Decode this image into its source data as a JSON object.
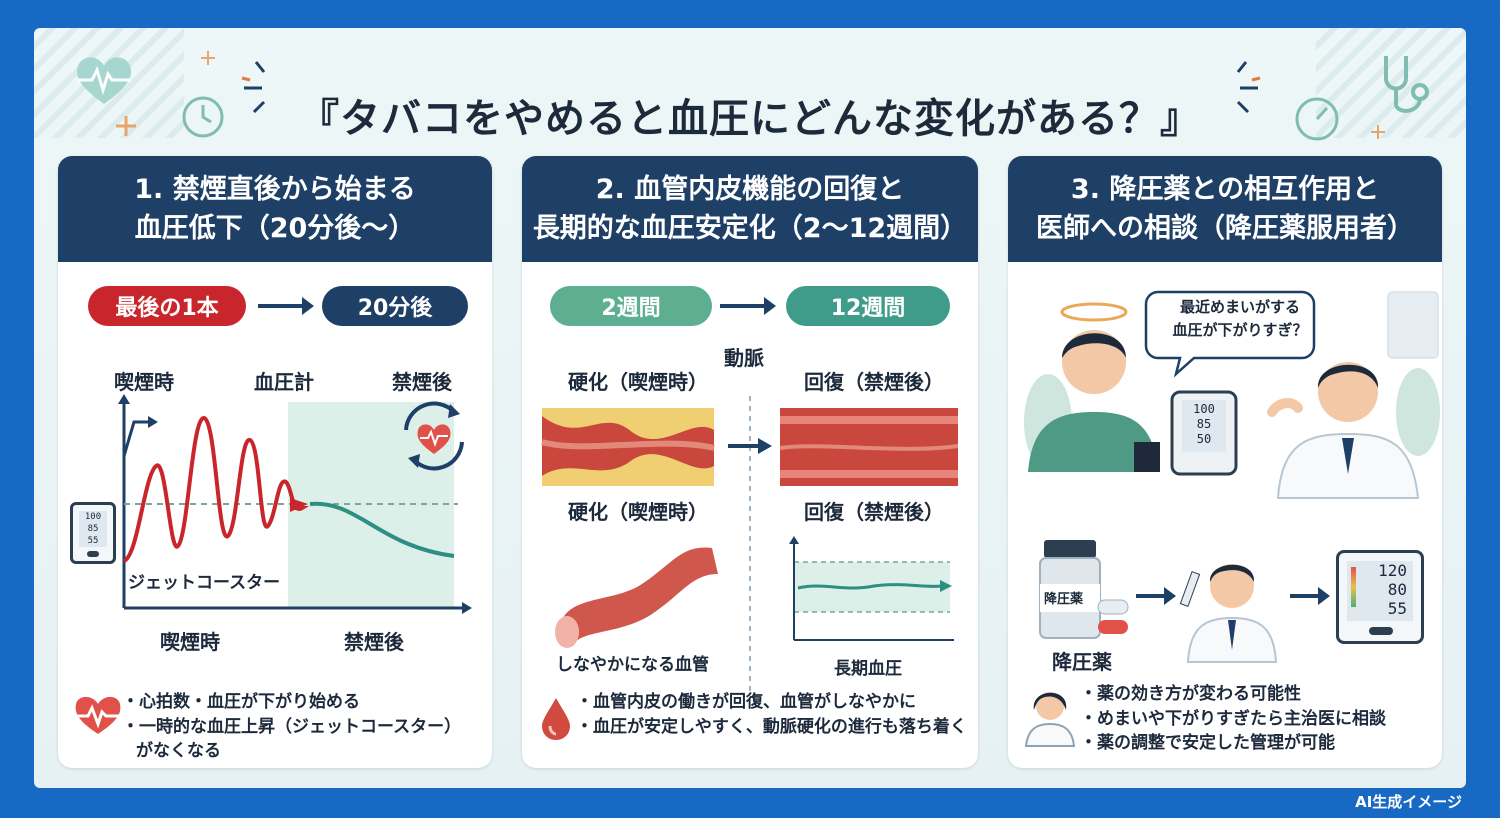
{
  "title": "『タバコをやめると血圧にどんな変化がある？』",
  "panel1": {
    "header_line1": "1. 禁煙直後から始まる",
    "header_line2": "血圧低下（20分後〜）",
    "pill_from": "最後の1本",
    "pill_to": "20分後",
    "label_smoking_top": "喫煙時",
    "label_meter": "血圧計",
    "label_quit_top": "禁煙後",
    "monitor_values": [
      "100",
      "85",
      "55"
    ],
    "rollercoaster": "ジェットコースター",
    "axis_smoking": "喫煙時",
    "axis_quit": "禁煙後",
    "bullets": [
      "・心拍数・血圧が下がり始める",
      "・一時的な血圧上昇（ジェットコースター）",
      "がなくなる"
    ]
  },
  "panel2": {
    "header_line1": "2. 血管内皮機能の回復と",
    "header_line2": "長期的な血圧安定化（2〜12週間）",
    "pill_from": "2週間",
    "pill_to": "12週間",
    "label_artery": "動脈",
    "label_hard_top": "硬化（喫煙時）",
    "label_recover_top": "回復（禁煙後）",
    "label_hard_bottom": "硬化（喫煙時）",
    "label_recover_bottom": "回復（禁煙後）",
    "label_flexible": "しなやかになる血管",
    "label_longterm": "長期血圧",
    "bullets": [
      "・血管内皮の働きが回復、血管がしなやかに",
      "・血圧が安定しやすく、動脈硬化の進行も落ち着く"
    ]
  },
  "panel3": {
    "header_line1": "3. 降圧薬との相互作用と",
    "header_line2": "医師への相談（降圧薬服用者）",
    "speech_line1": "最近めまいがする",
    "speech_line2": "血圧が下がりすぎ？",
    "monitor1_values": [
      "100",
      "85",
      "50"
    ],
    "bottle_label": "降圧薬",
    "medicine_label": "降圧薬",
    "monitor2_values": [
      "120",
      "80",
      "55"
    ],
    "bullets": [
      "・薬の効き方が変わる可能性",
      "・めまいや下がりすぎたら主治医に相談",
      "・薬の調整で安定した管理が可能"
    ]
  },
  "footer": "AI生成イメージ",
  "colors": {
    "navy": "#1e3f66",
    "red": "#c8262c",
    "teal": "#3f9c8a",
    "blue_frame": "#1769c4"
  }
}
